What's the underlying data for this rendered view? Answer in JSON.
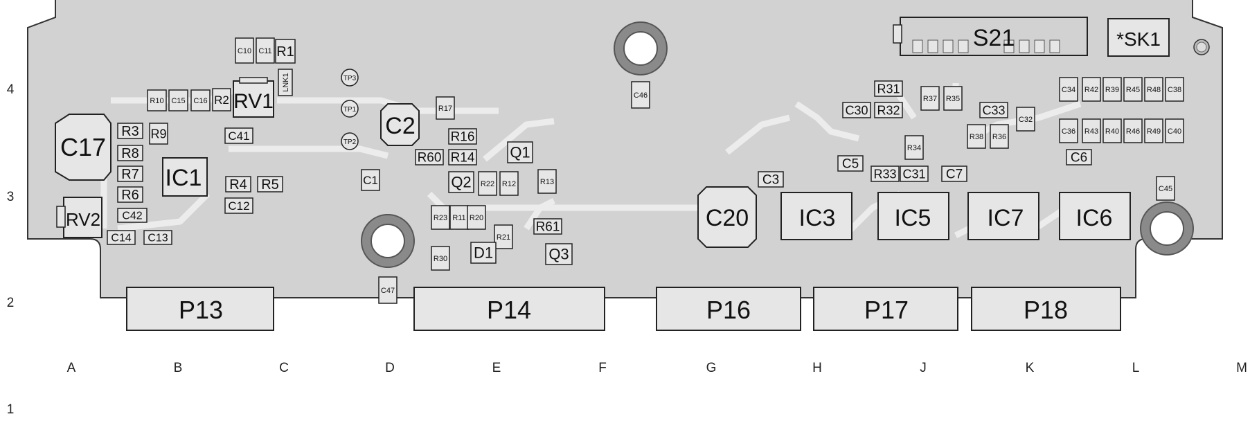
{
  "diagram": {
    "board_colors": {
      "board": "#d2d2d2",
      "track": "#ececec",
      "outline": "#333333",
      "part_fill": "#e6e6e6",
      "hole_ring": "#8a8a8a"
    },
    "grid": {
      "columns": [
        "A",
        "B",
        "C",
        "D",
        "E",
        "F",
        "G",
        "H",
        "J",
        "K",
        "L",
        "M"
      ],
      "rows": [
        "4",
        "3",
        "2",
        "1"
      ]
    },
    "components": {
      "S21": "S21",
      "SK1": "*SK1",
      "C17": "C17",
      "RV2": "RV2",
      "RV1": "RV1",
      "IC1": "IC1",
      "C2": "C2",
      "C20": "C20",
      "IC3": "IC3",
      "IC5": "IC5",
      "IC7": "IC7",
      "IC6": "IC6",
      "P13": "P13",
      "P14": "P14",
      "P16": "P16",
      "P17": "P17",
      "P18": "P18",
      "R3": "R3",
      "R8": "R8",
      "R7": "R7",
      "R6": "R6",
      "R9": "R9",
      "C42": "C42",
      "C14": "C14",
      "C13": "C13",
      "R10": "R10",
      "C15": "C15",
      "C16": "C16",
      "R2": "R2",
      "C10": "C10",
      "C11": "C11",
      "R1": "R1",
      "LNK1": "LNK1",
      "C41": "C41",
      "R4": "R4",
      "R5": "R5",
      "C12": "C12",
      "TP3": "TP3",
      "TP1": "TP1",
      "TP2": "TP2",
      "C1": "C1",
      "C47": "C47",
      "C46": "C46",
      "R17": "R17",
      "R16": "R16",
      "R60": "R60",
      "R14": "R14",
      "Q1": "Q1",
      "Q2": "Q2",
      "R22": "R22",
      "R12": "R12",
      "R13": "R13",
      "R23": "R23",
      "R11": "R11",
      "R20": "R20",
      "R21": "R21",
      "R61": "R61",
      "R30": "R30",
      "D1": "D1",
      "Q3": "Q3",
      "C3": "C3",
      "C5": "C5",
      "R33": "R33",
      "C31": "C31",
      "C7": "C7",
      "R34": "R34",
      "R31": "R31",
      "C30": "C30",
      "R32": "R32",
      "R37": "R37",
      "R35": "R35",
      "C33": "C33",
      "C32": "C32",
      "R38": "R38",
      "R36": "R36",
      "C34": "C34",
      "R42": "R42",
      "R39": "R39",
      "R45": "R45",
      "R48": "R48",
      "C38": "C38",
      "C36": "C36",
      "R43": "R43",
      "R40": "R40",
      "R46": "R46",
      "R49": "R49",
      "C40": "C40",
      "C6": "C6",
      "C45": "C45"
    }
  }
}
